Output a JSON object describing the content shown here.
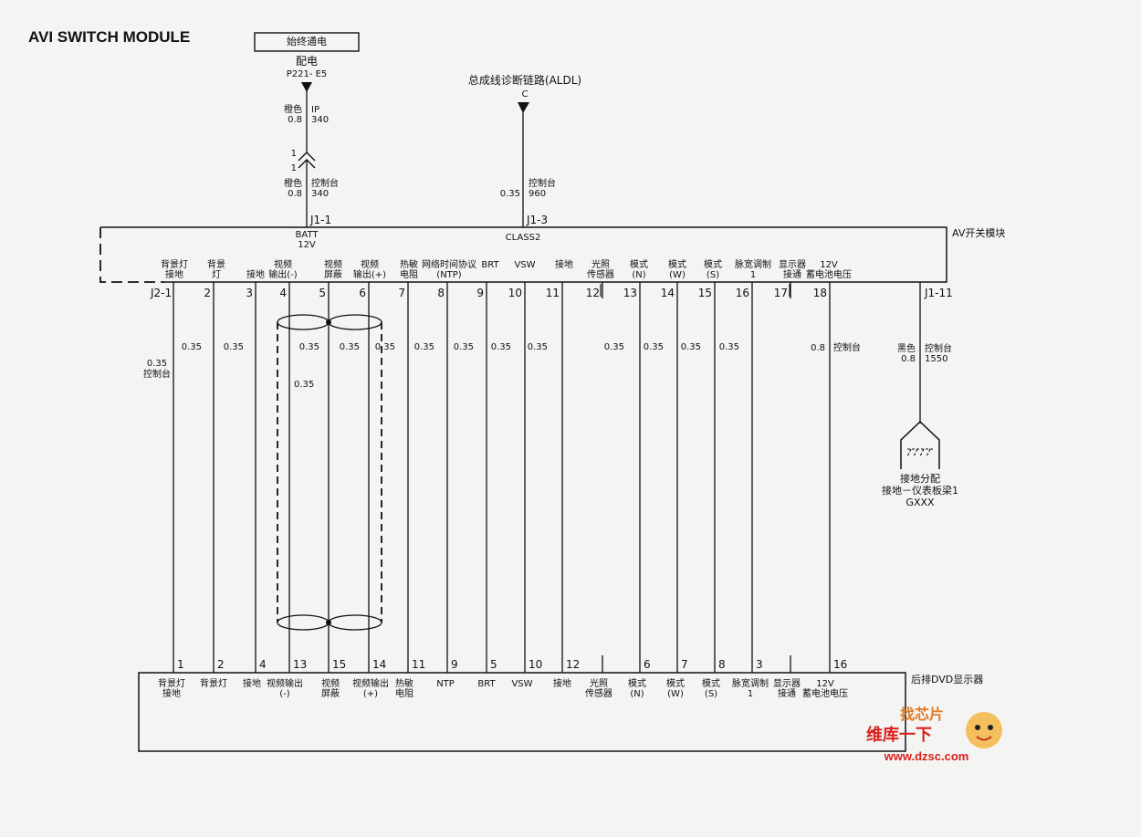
{
  "title": "AVI SWITCH MODULE",
  "power": {
    "box_label": "始终通电",
    "source_label": "配电",
    "source_pin": "P221- E5",
    "upper_wire_color": "橙色",
    "upper_wire_gauge": "0.8",
    "upper_wire_location": "IP",
    "upper_wire_circuit": "340",
    "connector_top_pin": "1",
    "connector_bottom_pin": "1",
    "lower_wire_color": "橙色",
    "lower_wire_gauge": "0.8",
    "lower_wire_location": "控制台",
    "lower_wire_circuit": "340",
    "module_pin": "J1-1",
    "module_label_line1": "BATT",
    "module_label_line2": "12V"
  },
  "aldl": {
    "label": "总成线诊断链路(ALDL)",
    "pin": "C",
    "wire_location": "控制台",
    "wire_gauge": "0.35",
    "wire_circuit": "960",
    "module_pin": "J1-3",
    "module_label": "CLASS2"
  },
  "av_module": {
    "name": "AV开关模块",
    "first_pin_prefix": "J2-1",
    "pins": [
      {
        "num": "",
        "label1": "背景灯",
        "label2": "接地"
      },
      {
        "num": "2",
        "label1": "背景",
        "label2": "灯"
      },
      {
        "num": "3",
        "label1": "",
        "label2": "接地"
      },
      {
        "num": "4",
        "label1": "视频",
        "label2": "输出(-)"
      },
      {
        "num": "5",
        "label1": "视频",
        "label2": "屏蔽"
      },
      {
        "num": "6",
        "label1": "视频",
        "label2": "输出(+)"
      },
      {
        "num": "7",
        "label1": "热敏",
        "label2": "电阻"
      },
      {
        "num": "8",
        "label1": "网络时间协议",
        "label2": "(NTP)"
      },
      {
        "num": "9",
        "label1": "BRT",
        "label2": ""
      },
      {
        "num": "10",
        "label1": "VSW",
        "label2": ""
      },
      {
        "num": "11",
        "label1": "接地",
        "label2": ""
      },
      {
        "num": "12",
        "label1": "光照",
        "label2": "传感器"
      },
      {
        "num": "13",
        "label1": "模式",
        "label2": "(N)"
      },
      {
        "num": "14",
        "label1": "模式",
        "label2": "(W)"
      },
      {
        "num": "15",
        "label1": "模式",
        "label2": "(S)"
      },
      {
        "num": "16",
        "label1": "脉宽调制",
        "label2": "1"
      },
      {
        "num": "17",
        "label1": "显示器",
        "label2": "接通"
      },
      {
        "num": "18",
        "label1": "12V",
        "label2": "蓄电池电压"
      }
    ],
    "ground_pin": "J1-11"
  },
  "wires": {
    "first_gauge": "0.35",
    "first_location": "控制台",
    "gauges": [
      "0.35",
      "0.35",
      "0.35",
      "0.35",
      "0.35",
      "0.35",
      "0.35",
      "0.35",
      "0.35",
      "0.35",
      "0.35",
      "0.35",
      "0.35"
    ],
    "twisted_pair_gauge": "0.35",
    "last_gauge": "0.8",
    "last_location": "控制台"
  },
  "ground": {
    "wire_color": "黑色",
    "wire_gauge": "0.8",
    "wire_location": "控制台",
    "wire_circuit": "1550",
    "label1": "接地分配",
    "label2": "接地－仪表板梁1",
    "label3": "GXXX"
  },
  "dvd": {
    "name": "后排DVD显示器",
    "pins": [
      {
        "num": "1",
        "label1": "背景灯",
        "label2": "接地"
      },
      {
        "num": "2",
        "label1": "背景灯",
        "label2": ""
      },
      {
        "num": "4",
        "label1": "接地",
        "label2": ""
      },
      {
        "num": "13",
        "label1": "视频输出",
        "label2": "(-)"
      },
      {
        "num": "15",
        "label1": "视频",
        "label2": "屏蔽"
      },
      {
        "num": "14",
        "label1": "视频输出",
        "label2": "(+)"
      },
      {
        "num": "11",
        "label1": "热敏",
        "label2": "电阻"
      },
      {
        "num": "9",
        "label1": "NTP",
        "label2": ""
      },
      {
        "num": "5",
        "label1": "BRT",
        "label2": ""
      },
      {
        "num": "10",
        "label1": "VSW",
        "label2": ""
      },
      {
        "num": "12",
        "label1": "接地",
        "label2": ""
      },
      {
        "num": "",
        "label1": "光照",
        "label2": "传感器"
      },
      {
        "num": "6",
        "label1": "模式",
        "label2": "(N)"
      },
      {
        "num": "7",
        "label1": "模式",
        "label2": "(W)"
      },
      {
        "num": "8",
        "label1": "模式",
        "label2": "(S)"
      },
      {
        "num": "3",
        "label1": "脉宽调制",
        "label2": "1"
      },
      {
        "num": "",
        "label1": "显示器",
        "label2": "接通"
      },
      {
        "num": "16",
        "label1": "12V",
        "label2": "蓄电池电压"
      }
    ]
  },
  "watermark": {
    "line0": "找芯片",
    "line1": "维库一下",
    "line2": "www.dzsc.com"
  }
}
